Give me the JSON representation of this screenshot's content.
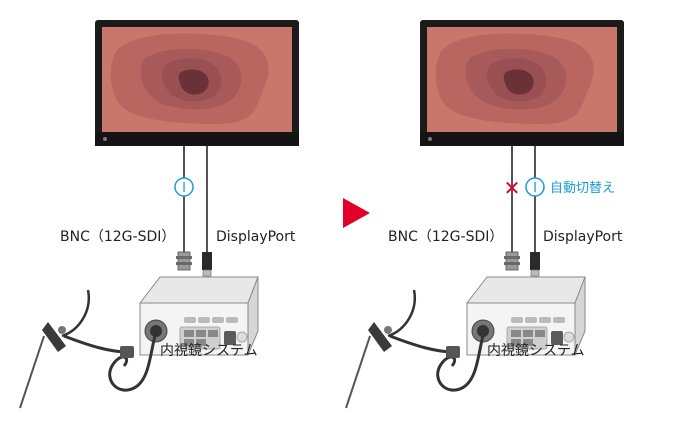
{
  "left": {
    "bnc_label": "BNC（12G-SDI）",
    "dp_label": "DisplayPort",
    "system_label": "内視鏡システム",
    "signal_marker": "Ⅰ"
  },
  "right": {
    "bnc_label": "BNC（12G-SDI）",
    "dp_label": "DisplayPort",
    "system_label": "内視鏡システム",
    "signal_marker": "Ⅰ",
    "auto_switch_label": "自動切替え",
    "cross_mark": "✕"
  },
  "colors": {
    "accent_blue": "#1a9ad6",
    "arrow_red": "#e0002a",
    "screen_bg": "#c8776a",
    "bezel": "#1b1b1b"
  },
  "icons": [
    "monitor",
    "endoscope-system",
    "endoscope",
    "bnc-connector",
    "displayport-connector",
    "next-arrow",
    "cross-mark"
  ]
}
